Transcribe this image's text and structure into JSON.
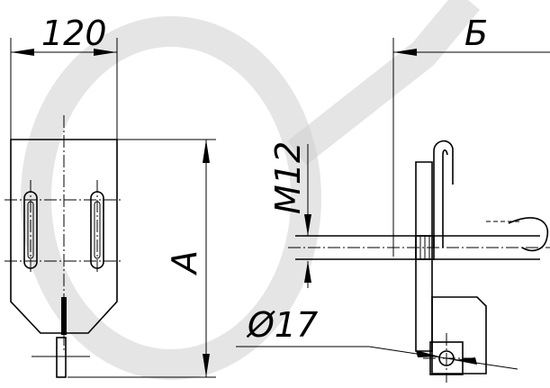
{
  "dimensions": {
    "width_left": "120",
    "side_offset": "Б",
    "height": "A",
    "thread": "M12",
    "hole_diameter": "Ø17"
  },
  "colors": {
    "line": "#000000",
    "background": "#ffffff",
    "watermark": "#cfcfcf"
  }
}
